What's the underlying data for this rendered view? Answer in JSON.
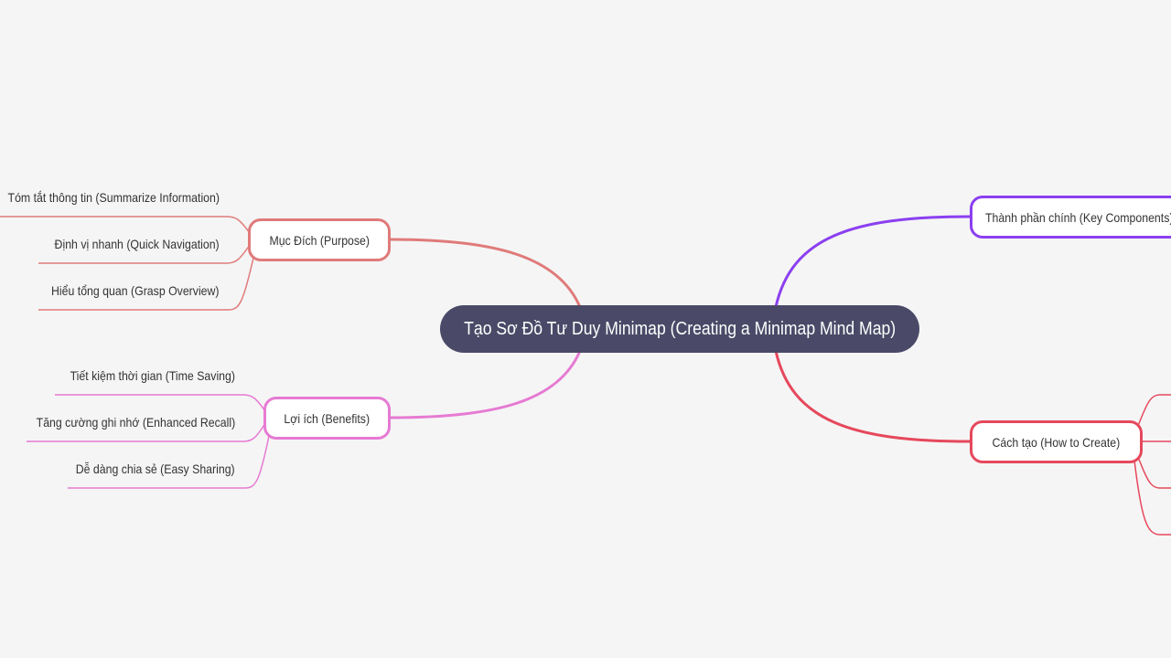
{
  "colors": {
    "background": "#f5f5f5",
    "central": "#4a4a68",
    "purpose": "#e07a7a",
    "benefits": "#e67ad3",
    "key_components": "#8b3ff0",
    "how_to_create": "#e6485c"
  },
  "central": {
    "label": "Tạo Sơ Đồ Tư Duy Minimap (Creating a Minimap Mind Map)"
  },
  "branches": {
    "purpose": {
      "label": "Mục Đích (Purpose)",
      "children": [
        "Tóm tắt thông tin (Summarize Information)",
        "Định vị nhanh (Quick Navigation)",
        "Hiểu tổng quan (Grasp Overview)"
      ]
    },
    "benefits": {
      "label": "Lợi ích (Benefits)",
      "children": [
        "Tiết kiệm thời gian (Time Saving)",
        "Tăng cường ghi nhớ (Enhanced Recall)",
        "Dễ dàng chia sẻ (Easy Sharing)"
      ]
    },
    "key_components": {
      "label": "Thành phần chính (Key Components)"
    },
    "how_to_create": {
      "label": "Cách tạo (How to Create)"
    }
  }
}
